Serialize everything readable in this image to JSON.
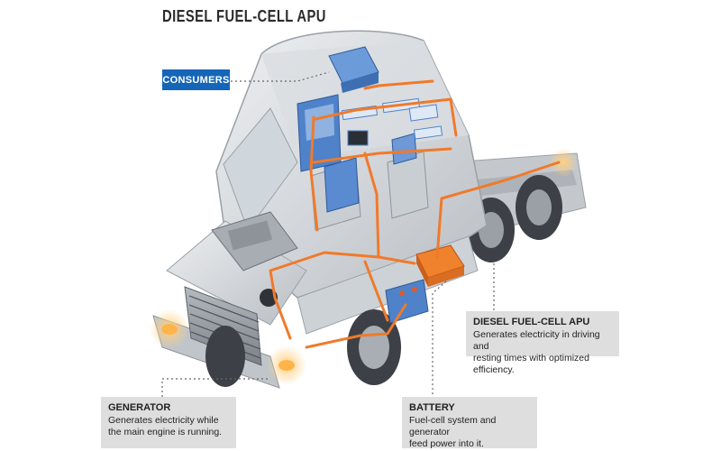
{
  "title": "DIESEL FUEL-CELL APU",
  "callouts": {
    "consumers": "CONSUMERS",
    "apu": {
      "heading": "DIESEL FUEL-CELL APU",
      "line1": "Generates electricity in driving and",
      "line2": "resting times with optimized efficiency."
    },
    "generator": {
      "heading": "GENERATOR",
      "line1": "Generates electricity while",
      "line2": "the main engine is running."
    },
    "battery": {
      "heading": "BATTERY",
      "line1": "Fuel-cell system and generator",
      "line2": "feed power into it."
    }
  },
  "colors": {
    "accent": "#1565b8",
    "wiring": "#f07a2a",
    "apu_unit": "#f0822e",
    "callout_bg": "#dedede"
  }
}
